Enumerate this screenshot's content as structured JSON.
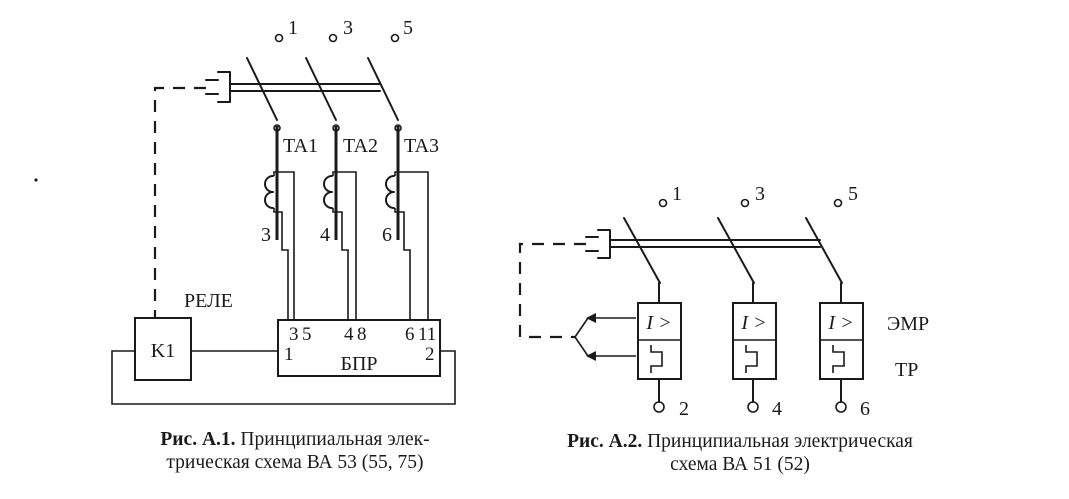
{
  "fig1": {
    "terminals_top": [
      "1",
      "3",
      "5"
    ],
    "transformers": [
      "TA1",
      "TA2",
      "TA3"
    ],
    "transformer_taps": [
      "3",
      "4",
      "6"
    ],
    "relay_title": "РЕЛЕ",
    "relay_block": "K1",
    "bpr_label": "БПР",
    "bpr_pins_top": [
      "3",
      "5",
      "4",
      "8",
      "6",
      "11"
    ],
    "bpr_pin_left": "1",
    "bpr_pin_right": "2",
    "caption_bold": "Рис. А.1.",
    "caption_line1": "Принципиальная элек-",
    "caption_line2": "трическая  схема ВА 53 (55, 75)"
  },
  "fig2": {
    "terminals_top": [
      "1",
      "3",
      "5"
    ],
    "terminals_bottom": [
      "2",
      "4",
      "6"
    ],
    "release_symbol": "I >",
    "emr_label": "ЭМР",
    "tr_label": "ТР",
    "caption_bold": "Рис. А.2.",
    "caption_line1": "Принципиальная электрическая",
    "caption_line2": "схема ВА 51 (52)"
  }
}
